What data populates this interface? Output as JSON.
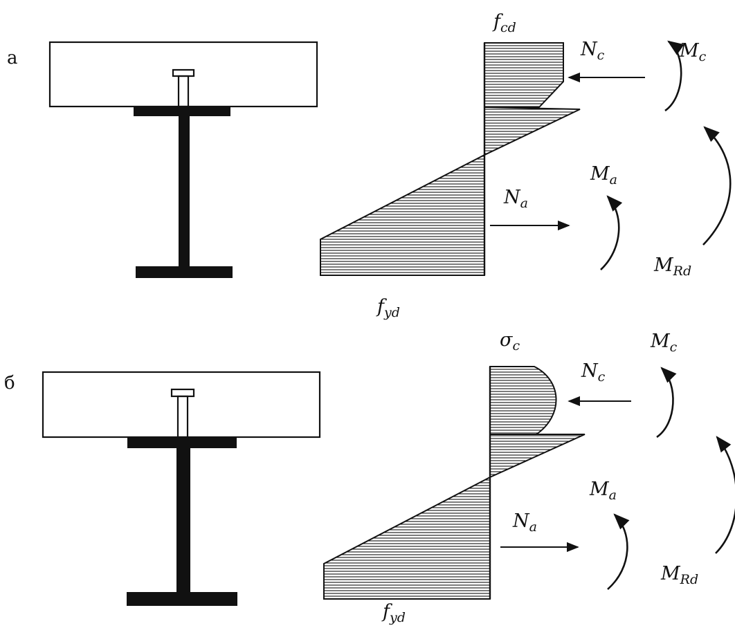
{
  "panels": [
    {
      "label": "а",
      "stress_top": "f",
      "stress_top_sub": "cd",
      "stress_bottom": "f",
      "stress_bottom_sub": "yd",
      "force_c": "N",
      "force_c_sub": "c",
      "force_a": "N",
      "force_a_sub": "a",
      "moment_c": "M",
      "moment_c_sub": "c",
      "moment_a": "M",
      "moment_a_sub": "a",
      "moment_rd": "M",
      "moment_rd_sub": "Rd"
    },
    {
      "label": "б",
      "stress_top": "σ",
      "stress_top_sub": "c",
      "stress_bottom": "f",
      "stress_bottom_sub": "yd",
      "force_c": "N",
      "force_c_sub": "c",
      "force_a": "N",
      "force_a_sub": "a",
      "moment_c": "M",
      "moment_c_sub": "c",
      "moment_a": "M",
      "moment_a_sub": "a",
      "moment_rd": "M",
      "moment_rd_sub": "Rd"
    }
  ],
  "colors": {
    "ink": "#111111",
    "background": "#ffffff"
  }
}
